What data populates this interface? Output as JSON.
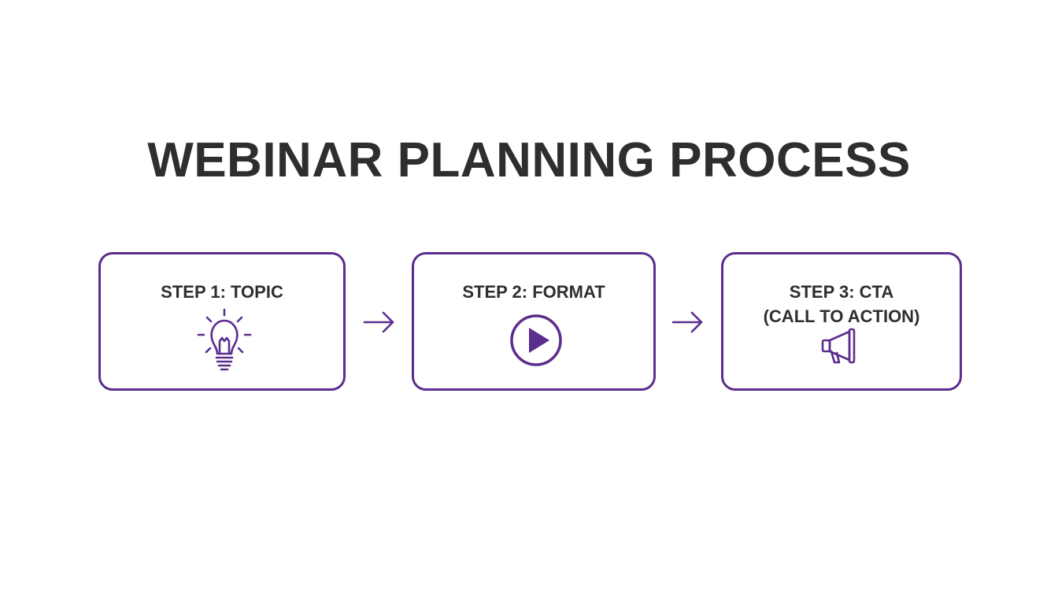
{
  "title": "WEBINAR PLANNING PROCESS",
  "steps": [
    {
      "label_lines": [
        "STEP 1: TOPIC"
      ],
      "icon": "lightbulb-icon"
    },
    {
      "label_lines": [
        "STEP 2: FORMAT"
      ],
      "icon": "play-icon"
    },
    {
      "label_lines": [
        "STEP 3: CTA",
        "(CALL TO ACTION)"
      ],
      "icon": "megaphone-icon"
    }
  ],
  "colors": {
    "accent": "#5b2d8e",
    "text": "#2e2e2e",
    "background": "#ffffff"
  }
}
